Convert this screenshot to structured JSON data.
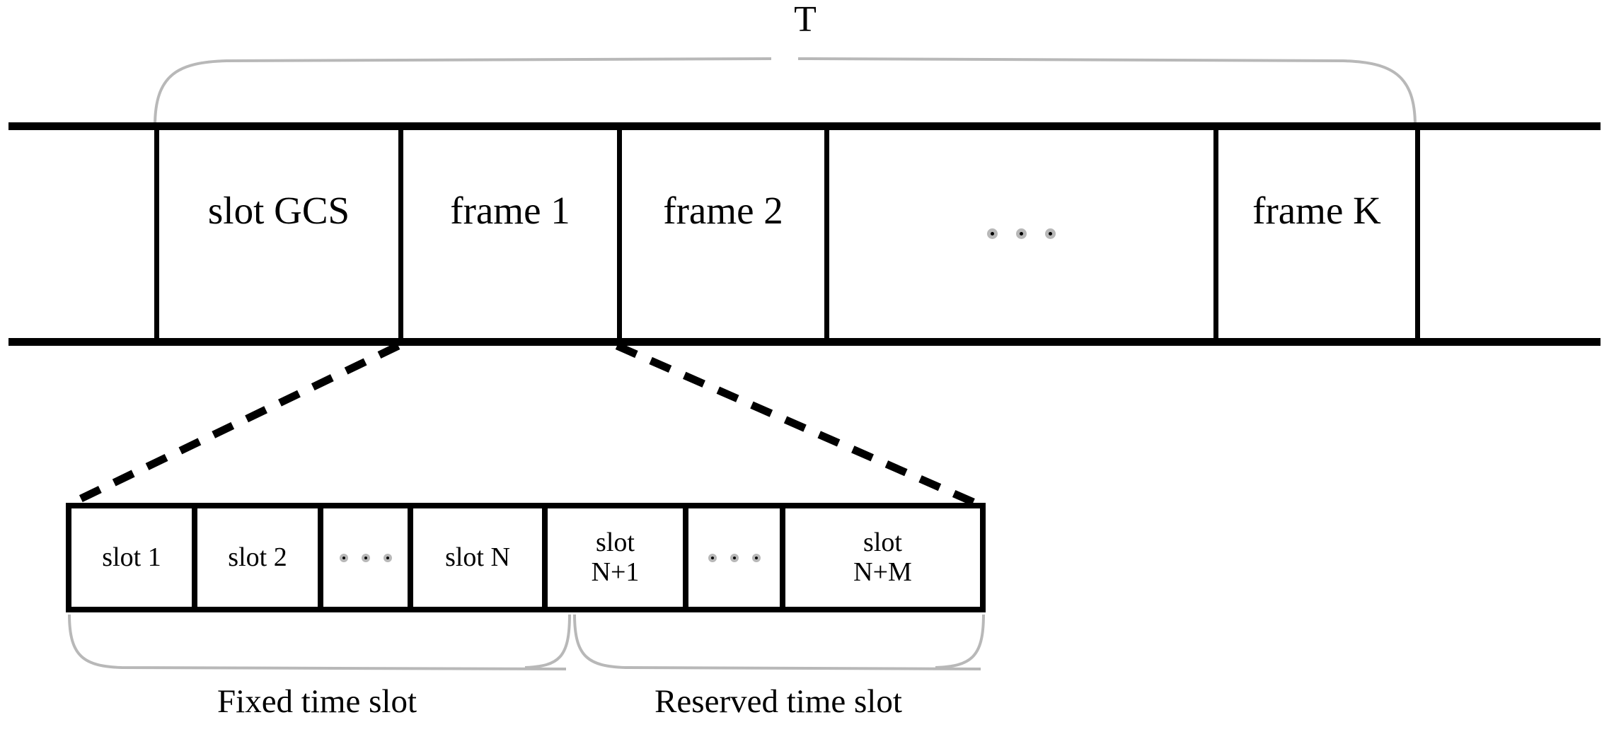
{
  "diagram": {
    "title_label": "T",
    "superframe": {
      "cells": [
        {
          "label": "slot GCS",
          "type": "text"
        },
        {
          "label": "frame 1",
          "type": "text"
        },
        {
          "label": "frame 2",
          "type": "text"
        },
        {
          "label": "",
          "type": "ellipsis"
        },
        {
          "label": "frame K",
          "type": "text"
        }
      ]
    },
    "slot_row": {
      "cells": [
        {
          "line1": "slot 1",
          "line2": "",
          "type": "text"
        },
        {
          "line1": "slot 2",
          "line2": "",
          "type": "text"
        },
        {
          "line1": "",
          "line2": "",
          "type": "ellipsis"
        },
        {
          "line1": "slot N",
          "line2": "",
          "type": "text"
        },
        {
          "line1": "slot",
          "line2": "N+1",
          "type": "text"
        },
        {
          "line1": "",
          "line2": "",
          "type": "ellipsis"
        },
        {
          "line1": "slot",
          "line2": "N+M",
          "type": "text"
        }
      ]
    },
    "captions": {
      "fixed": "Fixed time slot",
      "reserved": "Reserved time slot"
    },
    "colors": {
      "stroke": "#000000",
      "brace": "#b8b8b8",
      "dot_halo": "#b8b8b8",
      "background": "#ffffff"
    }
  }
}
